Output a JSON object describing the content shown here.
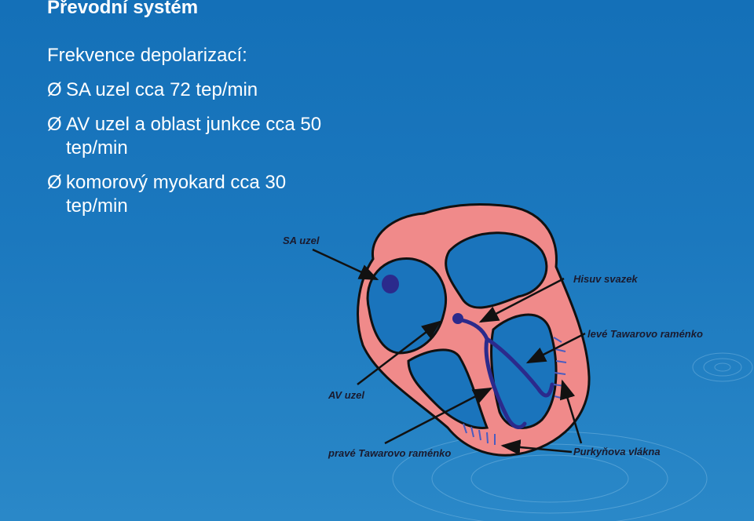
{
  "title": "Převodní systém",
  "subtitle": "Frekvence depolarizací:",
  "bullet_glyph": "Ø",
  "bullets": [
    {
      "text": "SA uzel cca 72 tep/min"
    },
    {
      "text": "AV uzel a oblast junkce cca 50 tep/min"
    },
    {
      "text": "komorový myokard cca 30 tep/min"
    }
  ],
  "diagram": {
    "labels": {
      "sa_node": "SA uzel",
      "his_bundle": "Hisuv svazek",
      "left_branch": "levé Tawarovo raménko",
      "av_node": "AV uzel",
      "right_branch": "pravé Tawarovo raménko",
      "purkinje": "Purkyňova vlákna"
    }
  },
  "colors": {
    "background": "#1a74bc",
    "heart_wall": "#f08a8a",
    "heart_outline": "#111111",
    "conduction": "#2b2a8c",
    "text": "#ffffff"
  }
}
